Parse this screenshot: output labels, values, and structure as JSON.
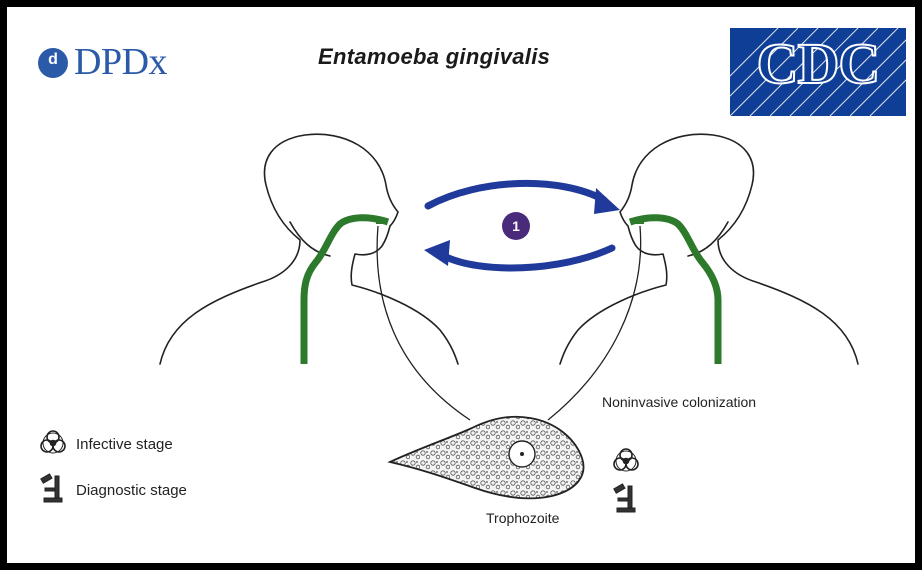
{
  "header": {
    "logo_left_text": "DPDx",
    "logo_left_badge": "d",
    "title": "Entamoeba gingivalis",
    "logo_right_text": "CDC"
  },
  "cycle": {
    "step_number": "1",
    "arrow_color": "#1f3a9a",
    "step_color": "#4a2a7a"
  },
  "anatomy": {
    "tract_color": "#2d7a2d",
    "outline_color": "#222222"
  },
  "labels": {
    "colonization": "Noninvasive colonization",
    "stage": "Trophozoite"
  },
  "legend": {
    "items": [
      {
        "icon": "biohazard-icon",
        "label": "Infective stage"
      },
      {
        "icon": "microscope-icon",
        "label": "Diagnostic stage"
      }
    ]
  }
}
